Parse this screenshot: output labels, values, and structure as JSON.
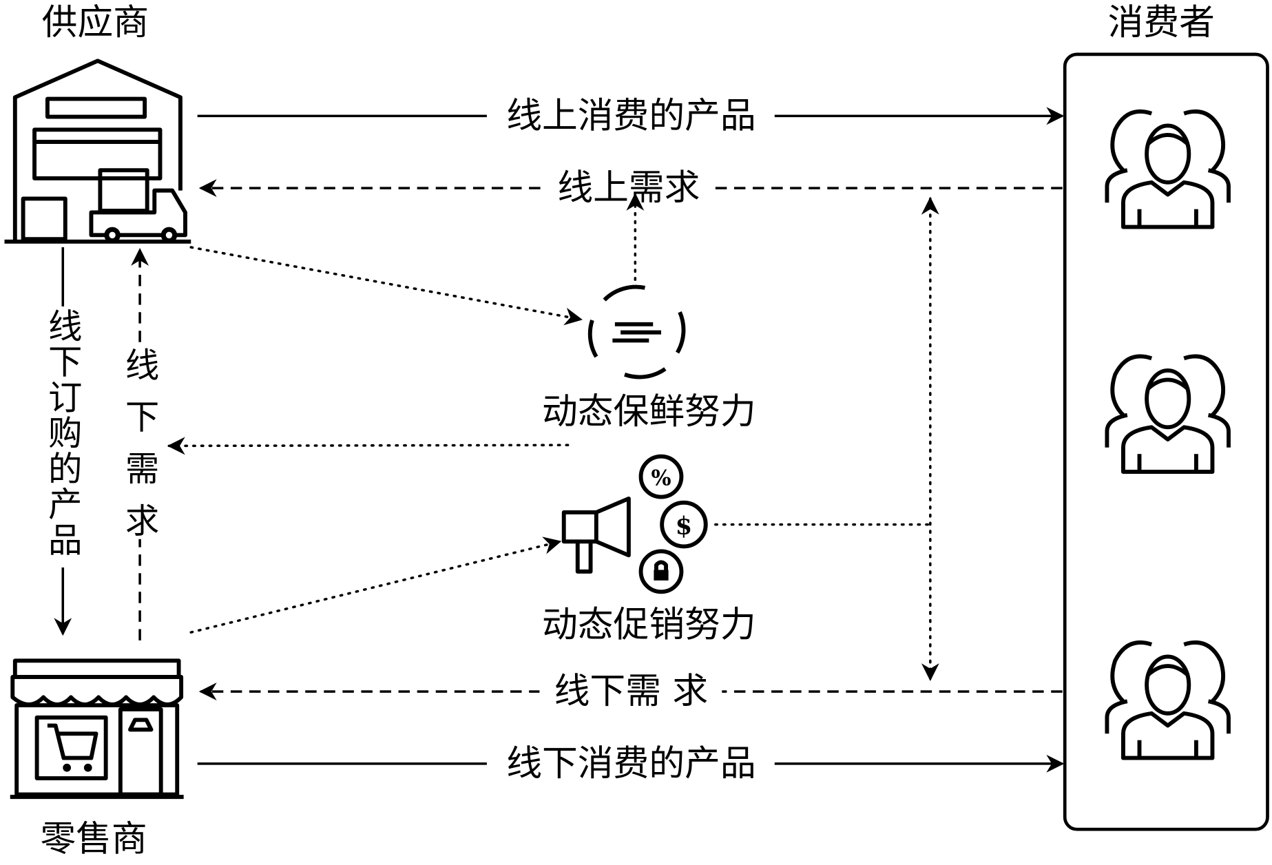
{
  "actors": {
    "supplier": "供应商",
    "consumer": "消费者",
    "retailer": "零售商"
  },
  "flows": {
    "online_products": "线上消费的产品",
    "online_demand": "线上需求",
    "offline_ordered_products": "线下订购的产品",
    "offline_demand_vertical": "线下需求",
    "offline_demand": "线下需 求",
    "offline_products": "线下消费的产品"
  },
  "efforts": {
    "freshness": "动态保鲜努力",
    "promotion": "动态促销努力"
  },
  "icons": [
    "warehouse-icon",
    "store-icon",
    "freshness-cycle-icon",
    "megaphone-promotion-icon",
    "consumer-group-icon"
  ]
}
